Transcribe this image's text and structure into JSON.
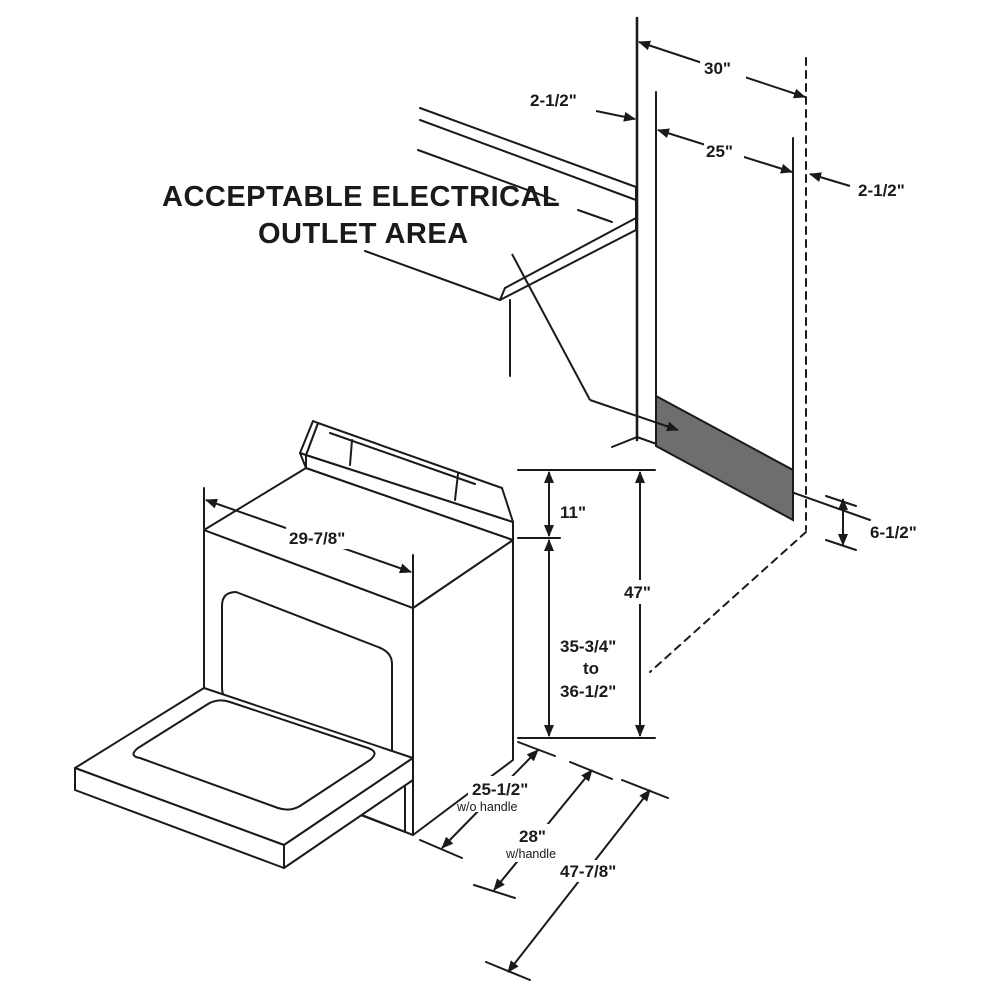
{
  "diagram": {
    "heading_line1": "ACCEPTABLE ELECTRICAL",
    "heading_line2": "OUTLET AREA",
    "dimensions": {
      "cabinet_opening": "30\"",
      "outlet_zone_width": "25\"",
      "side_offset_left": "2-1/2\"",
      "side_offset_right": "2-1/2\"",
      "outlet_zone_height": "6-1/2\"",
      "range_width": "29-7/8\"",
      "backguard_height": "11\"",
      "overall_height": "47\"",
      "cooktop_height_line1": "35-3/4\"",
      "cooktop_height_line2": "to",
      "cooktop_height_line3": "36-1/2\"",
      "depth_without_handle": "25-1/2\"",
      "depth_without_handle_note": "w/o handle",
      "depth_with_handle": "28\"",
      "depth_with_handle_note": "w/handle",
      "depth_door_open": "47-7/8\""
    },
    "colors": {
      "line": "#1a1a1a",
      "outlet_area_fill": "#6e6e6e",
      "background": "#ffffff"
    }
  }
}
